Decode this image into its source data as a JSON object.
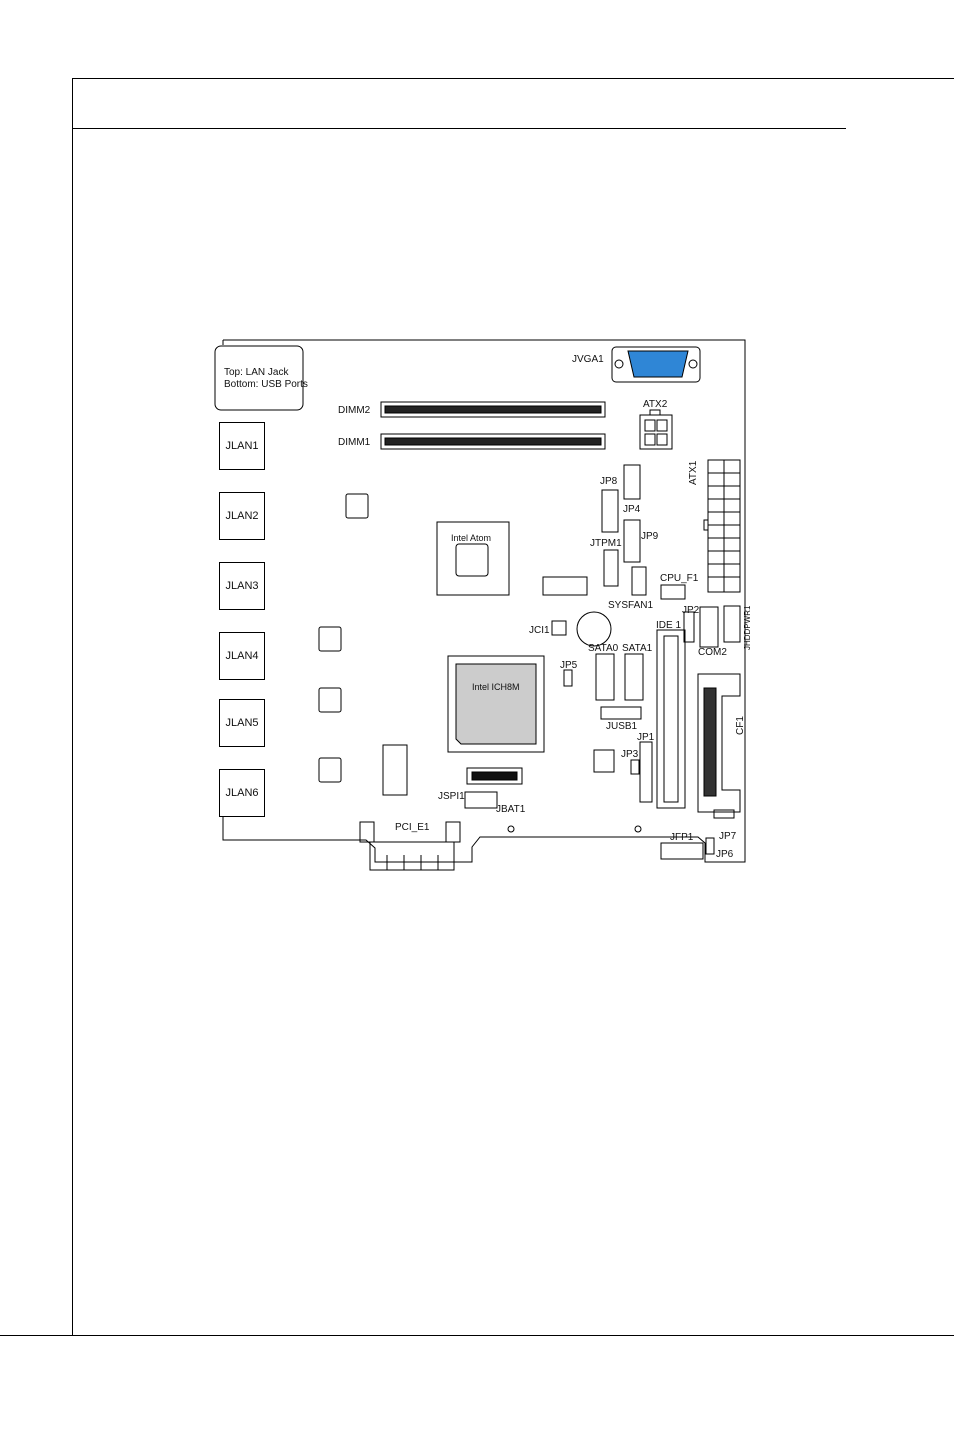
{
  "diagram": {
    "note_top": "Top: LAN Jack",
    "note_bottom": "Bottom: USB Ports",
    "lan_ports": [
      "JLAN1",
      "JLAN2",
      "JLAN3",
      "JLAN4",
      "JLAN5",
      "JLAN6"
    ],
    "labels": {
      "jvga": "JVGA1",
      "dimm2": "DIMM2",
      "dimm1": "DIMM1",
      "atx2": "ATX2",
      "atx1": "ATX1",
      "jp8": "JP8",
      "jp4": "JP4",
      "jp9": "JP9",
      "jtpm": "JTPM1",
      "cpu_chip": "Intel Atom",
      "cpu_fan": "CPU_F1",
      "sysfan": "SYSFAN1",
      "jp2": "JP2",
      "jhddpwr": "JHDDPWR1",
      "jci": "JCI1",
      "ide": "IDE 1",
      "com2": "COM2",
      "sata0": "SATA0",
      "sata1": "SATA1",
      "jp5": "JP5",
      "ich_chip": "Intel ICH8M",
      "jusb": "JUSB1",
      "cf": "CF1",
      "jp1": "JP1",
      "jp3": "JP3",
      "jspi": "JSPI1",
      "jbat": "JBAT1",
      "pcie": "PCI_E1",
      "jfp": "JFP1",
      "jp7": "JP7",
      "jp6": "JP6"
    }
  }
}
